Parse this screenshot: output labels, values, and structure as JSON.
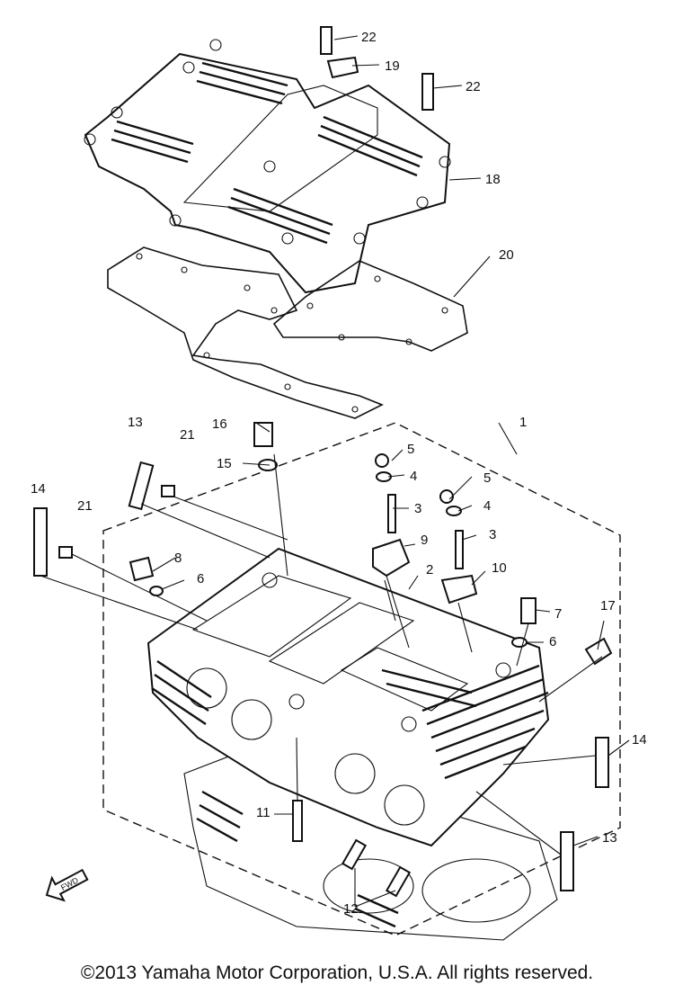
{
  "callouts": {
    "c1": "1",
    "c2": "2",
    "c3a": "3",
    "c3b": "3",
    "c4a": "4",
    "c4b": "4",
    "c5a": "5",
    "c5b": "5",
    "c6a": "6",
    "c6b": "6",
    "c7": "7",
    "c8": "8",
    "c9": "9",
    "c10": "10",
    "c11": "11",
    "c12": "12",
    "c13a": "13",
    "c13b": "13",
    "c14a": "14",
    "c14b": "14",
    "c15": "15",
    "c16": "16",
    "c17": "17",
    "c18": "18",
    "c19": "19",
    "c20": "20",
    "c21a": "21",
    "c21b": "21",
    "c22a": "22",
    "c22b": "22"
  },
  "direction_marker": "FWD",
  "footer": {
    "copyright": "©2013 Yamaha Motor Corporation, U.S.A. All rights reserved."
  }
}
